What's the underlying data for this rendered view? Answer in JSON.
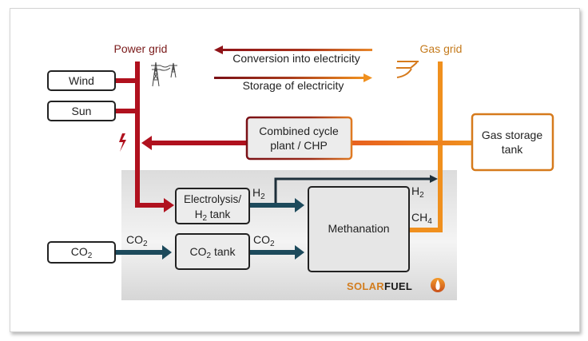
{
  "labels": {
    "power_grid": "Power grid",
    "gas_grid": "Gas grid",
    "legend_conversion": "Conversion into electricity",
    "legend_storage": "Storage of electricity"
  },
  "boxes": {
    "wind": "Wind",
    "sun": "Sun",
    "co2_source_main": "CO",
    "co2_source_sub": "2",
    "chp_line1": "Combined cycle",
    "chp_line2": "plant / CHP",
    "gas_storage_line1": "Gas storage",
    "gas_storage_line2": "tank",
    "electrolysis_line1": "Electrolysis/",
    "electrolysis_line2_main": "H",
    "electrolysis_line2_sub": "2",
    "electrolysis_line2_rest": " tank",
    "co2_tank_main": "CO",
    "co2_tank_sub": "2",
    "co2_tank_rest": " tank",
    "methanation": "Methanation"
  },
  "flow_labels": {
    "h2_out_main": "H",
    "h2_out_sub": "2",
    "h2_bypass_main": "H",
    "h2_bypass_sub": "2",
    "ch4_main": "CH",
    "ch4_sub": "4",
    "co2_in_main": "CO",
    "co2_in_sub": "2",
    "co2_out_main": "CO",
    "co2_out_sub": "2"
  },
  "logo": {
    "part1": "SOLAR",
    "part2": "FUEL"
  },
  "colors": {
    "power_red": "#b0111e",
    "dark_red": "#7a1016",
    "gas_orange": "#f0901e",
    "orange_text": "#c47a1c",
    "teal": "#1d4a5c",
    "panel_gray": "#e6e6e6",
    "box_fill": "#e9e9e9",
    "text": "#222222"
  },
  "icons": {
    "power_tower": "transmission-tower-icon",
    "lightning": "lightning-bolt-icon",
    "gas_pipe": "gas-pipeline-icon",
    "flame": "flame-icon"
  }
}
